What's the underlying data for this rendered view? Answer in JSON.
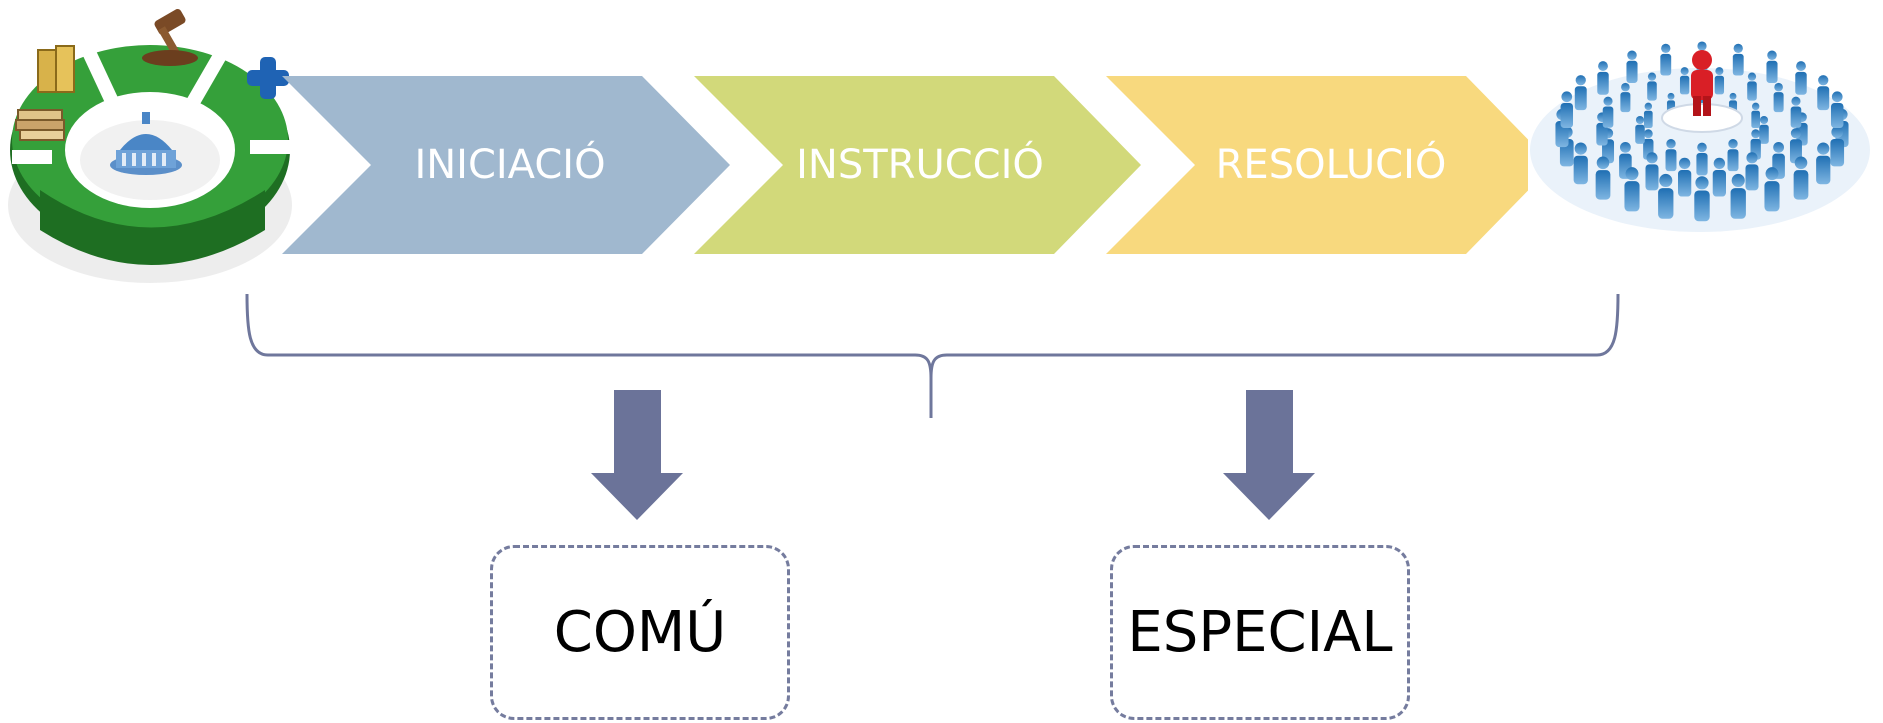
{
  "steps": [
    {
      "label": "INICIACIÓ",
      "color": "#a0b8cf"
    },
    {
      "label": "INSTRUCCIÓ",
      "color": "#d2d97a"
    },
    {
      "label": "RESOLUCIÓ",
      "color": "#f8d97e"
    }
  ],
  "results": [
    {
      "label": "COMÚ"
    },
    {
      "label": "ESPECIAL"
    }
  ],
  "colors": {
    "arrow": "#6b7399",
    "brace": "#6f779c",
    "box_border": "#757c9e",
    "ring_green": "#2f9a34",
    "ring_dark_green": "#1e6e22",
    "people_blue": "#2d7fc0",
    "leader_red": "#d91f26"
  },
  "icons": {
    "left": "administration-ring-icon",
    "right": "crowd-leader-icon"
  }
}
